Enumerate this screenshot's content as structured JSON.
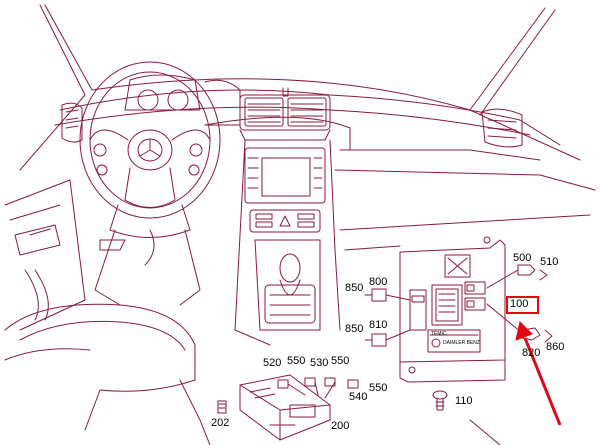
{
  "callouts": {
    "c500": "500",
    "c510": "510",
    "c800": "800",
    "c850a": "850",
    "c850b": "850",
    "c810": "810",
    "c100": "100",
    "c820": "820",
    "c860": "860",
    "c520": "520",
    "c550a": "550",
    "c530": "530",
    "c550b": "550",
    "c550c": "550",
    "c540": "540",
    "c202": "202",
    "c200": "200",
    "c110": "110"
  },
  "module_label": {
    "brand_line": "TEMIC",
    "maker_line": "DAIMLER BENZ"
  },
  "colors": {
    "line_art": "#8a1b3a",
    "highlight": "#e30613",
    "text": "#000000"
  }
}
